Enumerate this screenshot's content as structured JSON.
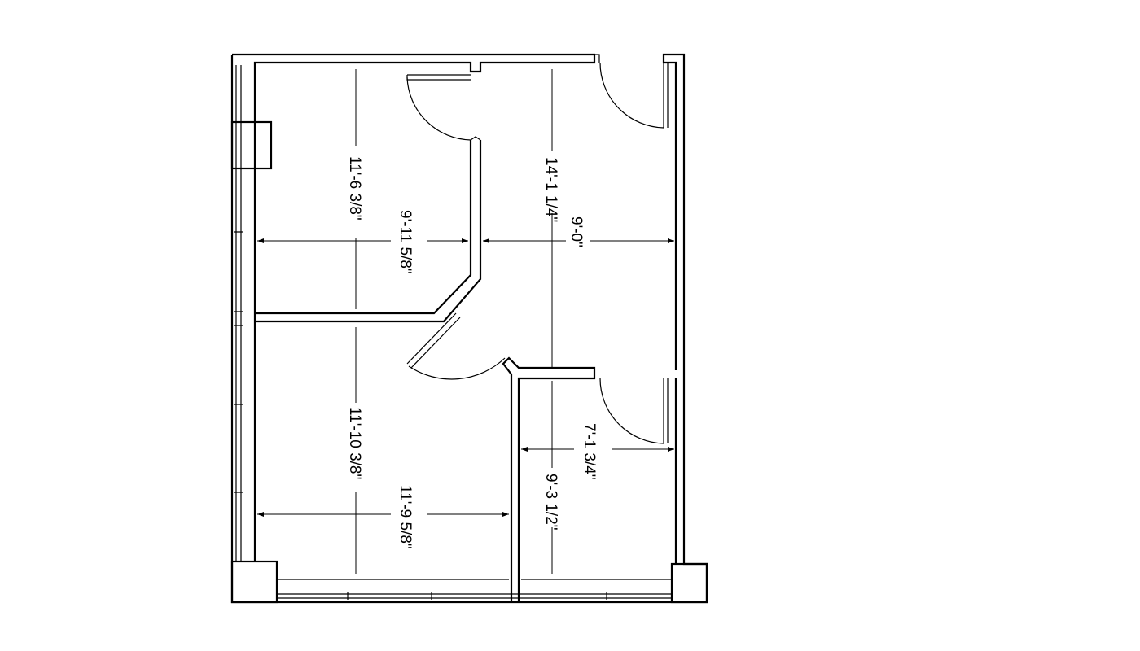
{
  "dimensions": {
    "upper_left_room_height": "11'-6 3/8\"",
    "upper_left_room_width": "9'-11 5/8\"",
    "upper_right_height": "14'-1 1/4\"",
    "upper_right_width": "9'-0\"",
    "lower_left_room_height": "11'-10 3/8\"",
    "lower_left_room_width": "11'-9 5/8\"",
    "lower_right_room_width": "7'-1 3/4\"",
    "lower_right_room_height": "9'-3 1/2\""
  },
  "colors": {
    "line": "#000000",
    "background": "#ffffff"
  }
}
